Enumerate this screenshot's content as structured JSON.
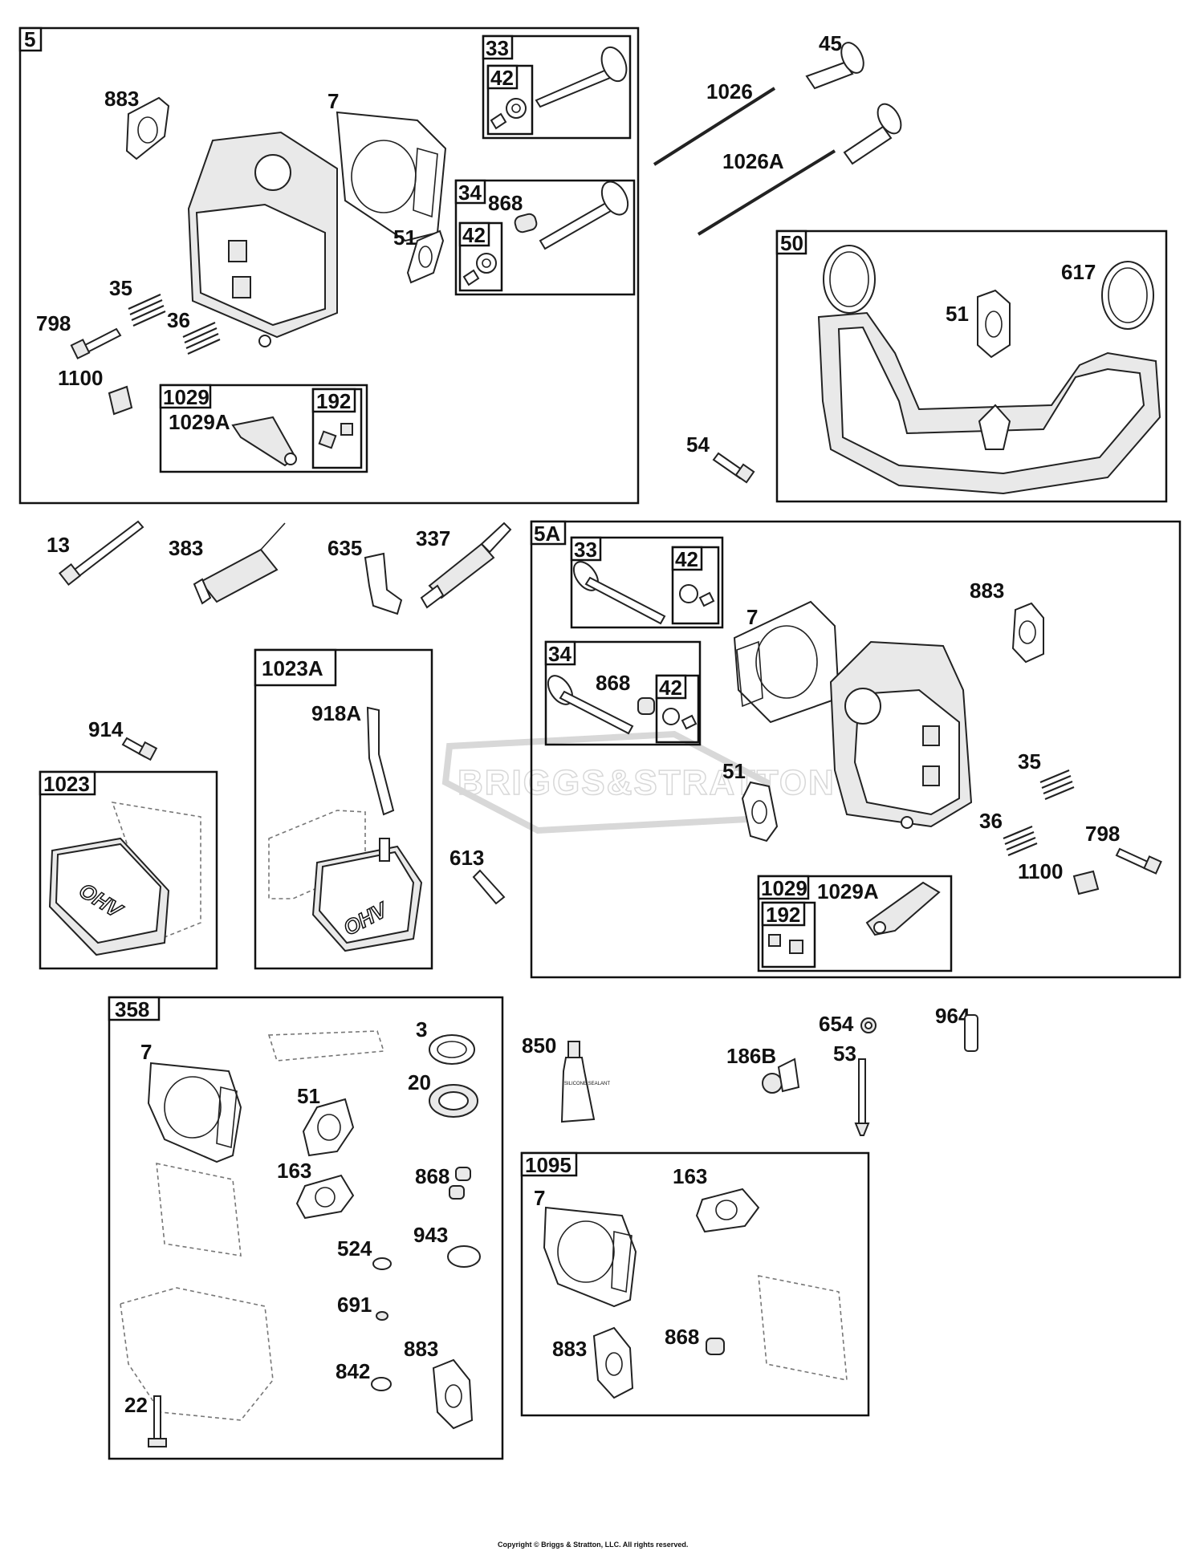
{
  "labels": {
    "l5": "5",
    "l33a": "33",
    "l42a": "42",
    "l34a": "34",
    "l868a": "868",
    "l42b": "42",
    "l883a": "883",
    "l7a": "7",
    "l51a": "51",
    "l35a": "35",
    "l798a": "798",
    "l36a": "36",
    "l1100a": "1100",
    "l1029a": "1029",
    "l1029Aa": "1029A",
    "l192a": "192",
    "l45": "45",
    "l1026": "1026",
    "l1026A": "1026A",
    "l50": "50",
    "l617": "617",
    "l51b": "51",
    "l54": "54",
    "l13": "13",
    "l383": "383",
    "l635": "635",
    "l337": "337",
    "l5A": "5A",
    "l33b": "33",
    "l42c": "42",
    "l34b": "34",
    "l868b": "868",
    "l42d": "42",
    "l7b": "7",
    "l883b": "883",
    "l51c": "51",
    "l35b": "35",
    "l36b": "36",
    "l798b": "798",
    "l1100b": "1100",
    "l1029b": "1029",
    "l1029Ab": "1029A",
    "l192b": "192",
    "l1023A": "1023A",
    "l918A": "918A",
    "l914": "914",
    "l1023": "1023",
    "l613": "613",
    "l358": "358",
    "l7c": "7",
    "l3": "3",
    "l20": "20",
    "l51d": "51",
    "l163a": "163",
    "l868c": "868",
    "l524": "524",
    "l943": "943",
    "l691": "691",
    "l883c": "883",
    "l842": "842",
    "l22": "22",
    "l850": "850",
    "l654": "654",
    "l964": "964",
    "l186B": "186B",
    "l53": "53",
    "l1095": "1095",
    "l7d": "7",
    "l163b": "163",
    "l883d": "883",
    "l868d": "868"
  },
  "brand_text": {
    "valve_cover_mark": "OHV",
    "sealant_tube": "SILICONE SEALANT",
    "watermark": "BRIGGS&STRATTON"
  },
  "copyright": "Copyright © Briggs & Stratton, LLC. All rights reserved."
}
